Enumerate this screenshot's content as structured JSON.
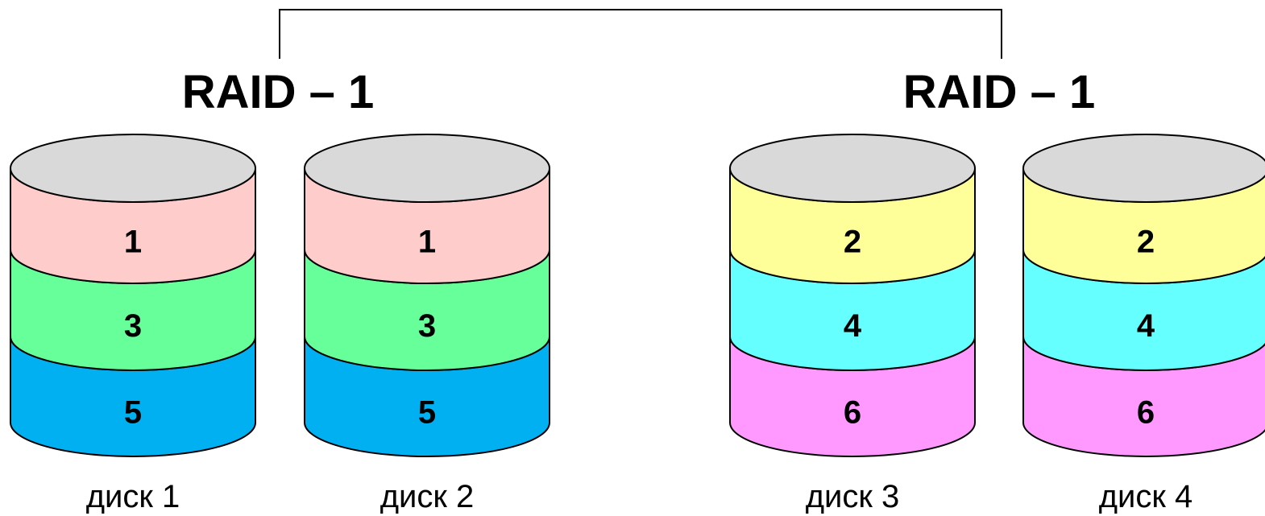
{
  "connector": {
    "color": "#000000"
  },
  "groups": [
    {
      "title": "RAID – 1",
      "disks": [
        0,
        1
      ]
    },
    {
      "title": "RAID – 1",
      "disks": [
        2,
        3
      ]
    }
  ],
  "disks": [
    {
      "caption": "диск 1",
      "top_color": "#d9d9d9",
      "segments": [
        {
          "label": "1",
          "color": "#ffcccc"
        },
        {
          "label": "3",
          "color": "#66ff99"
        },
        {
          "label": "5",
          "color": "#00b0f0"
        }
      ]
    },
    {
      "caption": "диск 2",
      "top_color": "#d9d9d9",
      "segments": [
        {
          "label": "1",
          "color": "#ffcccc"
        },
        {
          "label": "3",
          "color": "#66ff99"
        },
        {
          "label": "5",
          "color": "#00b0f0"
        }
      ]
    },
    {
      "caption": "диск 3",
      "top_color": "#d9d9d9",
      "segments": [
        {
          "label": "2",
          "color": "#ffff99"
        },
        {
          "label": "4",
          "color": "#66ffff"
        },
        {
          "label": "6",
          "color": "#ff99ff"
        }
      ]
    },
    {
      "caption": "диск 4",
      "top_color": "#d9d9d9",
      "segments": [
        {
          "label": "2",
          "color": "#ffff99"
        },
        {
          "label": "4",
          "color": "#66ffff"
        },
        {
          "label": "6",
          "color": "#ff99ff"
        }
      ]
    }
  ]
}
